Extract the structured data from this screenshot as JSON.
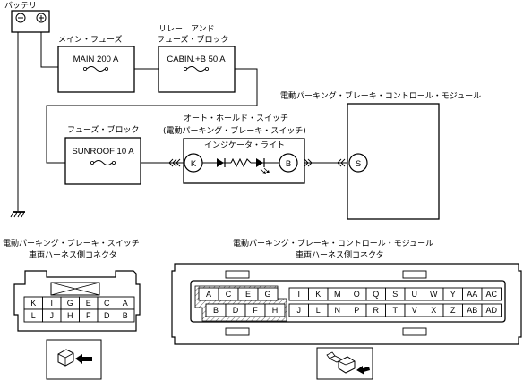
{
  "battery": {
    "label": "バッテリ",
    "minus": "−",
    "plus": "+"
  },
  "main_fuse": {
    "title": "メイン・フューズ",
    "rating": "MAIN 200 A"
  },
  "relay_block": {
    "title_line1": "リレー　アンド",
    "title_line2": "フューズ・ブロック",
    "rating": "CABIN.+B 50 A"
  },
  "fuse_block": {
    "title": "フューズ・ブロック",
    "rating": "SUNROOF 10 A"
  },
  "switch": {
    "title_line1": "オート・ホールド・スイッチ",
    "title_line2": "(電動パーキング・ブレーキ・スイッチ)",
    "indicator": "インジケータ・ライト",
    "terminal_k": "K",
    "terminal_b": "B"
  },
  "module": {
    "title": "電動パーキング・ブレーキ・コントロール・モジュール",
    "terminal": "S"
  },
  "connector_left": {
    "title_line1": "電動パーキング・ブレーキ・スイッチ",
    "title_line2": "車両ハーネス側コネクタ",
    "top_row": [
      "K",
      "I",
      "G",
      "E",
      "C",
      "A"
    ],
    "bottom_row": [
      "L",
      "J",
      "H",
      "F",
      "D",
      "B"
    ]
  },
  "connector_right": {
    "title_line1": "電動パーキング・ブレーキ・コントロール・モジュール",
    "title_line2": "車両ハーネス側コネクタ",
    "left_top": [
      "A",
      "C",
      "E",
      "G"
    ],
    "left_bottom": [
      "B",
      "D",
      "F",
      "H"
    ],
    "top_row": [
      "I",
      "K",
      "M",
      "O",
      "Q",
      "S",
      "U",
      "W",
      "Y",
      "AA",
      "AC"
    ],
    "bottom_row": [
      "J",
      "L",
      "N",
      "P",
      "R",
      "T",
      "V",
      "X",
      "Z",
      "AB",
      "AD"
    ]
  }
}
